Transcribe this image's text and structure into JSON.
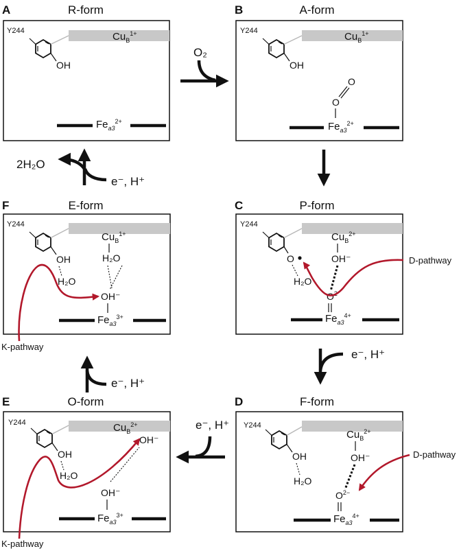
{
  "panels": {
    "A": {
      "letter": "A",
      "title": "R-form",
      "y": "Y244",
      "oh": "OH",
      "cu": "Cu",
      "cu_sub": "B",
      "cu_sup": "1+",
      "fe": "Fe",
      "fe_sub": "a3",
      "fe_sup": "2+"
    },
    "B": {
      "letter": "B",
      "title": "A-form",
      "y": "Y244",
      "oh": "OH",
      "cu": "Cu",
      "cu_sub": "B",
      "cu_sup": "1+",
      "fe": "Fe",
      "fe_sub": "a3",
      "fe_sup": "2+",
      "o1": "O",
      "o2": "O"
    },
    "C": {
      "letter": "C",
      "title": "P-form",
      "y": "Y244",
      "o_rad": "O",
      "h2o": "H₂O",
      "cu": "Cu",
      "cu_sub": "B",
      "cu_sup": "2+",
      "cu_oh": "OH⁻",
      "o_fe": "O",
      "o_fe_sup": "2",
      "fe": "Fe",
      "fe_sub": "a3",
      "fe_sup": "4+",
      "pathway": "D-pathway"
    },
    "D": {
      "letter": "D",
      "title": "F-form",
      "y": "Y244",
      "oh": "OH",
      "h2o": "H₂O",
      "cu": "Cu",
      "cu_sub": "B",
      "cu_sup": "2+",
      "cu_oh": "OH⁻",
      "o_fe": "O",
      "o_fe_sup": "2−",
      "fe": "Fe",
      "fe_sub": "a3",
      "fe_sup": "4+",
      "pathway": "D-pathway"
    },
    "E": {
      "letter": "E",
      "title": "O-form",
      "y": "Y244",
      "oh": "OH",
      "h2o": "H₂O",
      "cu": "Cu",
      "cu_sub": "B",
      "cu_sup": "2+",
      "free_oh": "OH⁻",
      "fe_oh": "OH⁻",
      "fe": "Fe",
      "fe_sub": "a3",
      "fe_sup": "3+",
      "pathway": "K-pathway"
    },
    "F": {
      "letter": "F",
      "title": "E-form",
      "y": "Y244",
      "oh": "OH",
      "h2o": "H₂O",
      "cu": "Cu",
      "cu_sub": "B",
      "cu_sup": "1+",
      "cu_h2o": "H₂O",
      "fe_oh": "OH⁻",
      "fe": "Fe",
      "fe_sub": "a3",
      "fe_sup": "3+",
      "pathway": "K-pathway"
    }
  },
  "arrows": {
    "a_to_b": "O₂",
    "c_to_d": "e⁻, H⁺",
    "d_to_e": "e⁻, H⁺",
    "e_to_f": "e⁻, H⁺",
    "f_to_a": "e⁻, H⁺",
    "f_to_a_product": "2H₂O"
  }
}
